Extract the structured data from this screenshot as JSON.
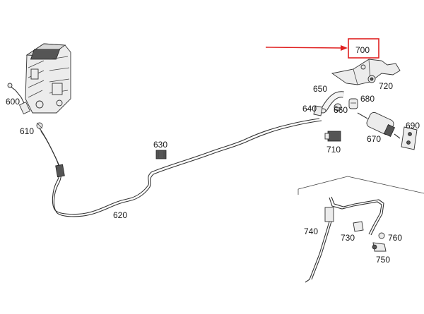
{
  "diagram": {
    "highlight_color": "#e02020",
    "parts": {
      "p600": "600",
      "p610": "610",
      "p620": "620",
      "p630": "630",
      "p640": "640",
      "p650": "650",
      "p660": "660",
      "p670": "670",
      "p680": "680",
      "p690": "690",
      "p700": "700",
      "p710": "710",
      "p720": "720",
      "p730": "730",
      "p740": "740",
      "p750": "750",
      "p760": "760"
    }
  }
}
